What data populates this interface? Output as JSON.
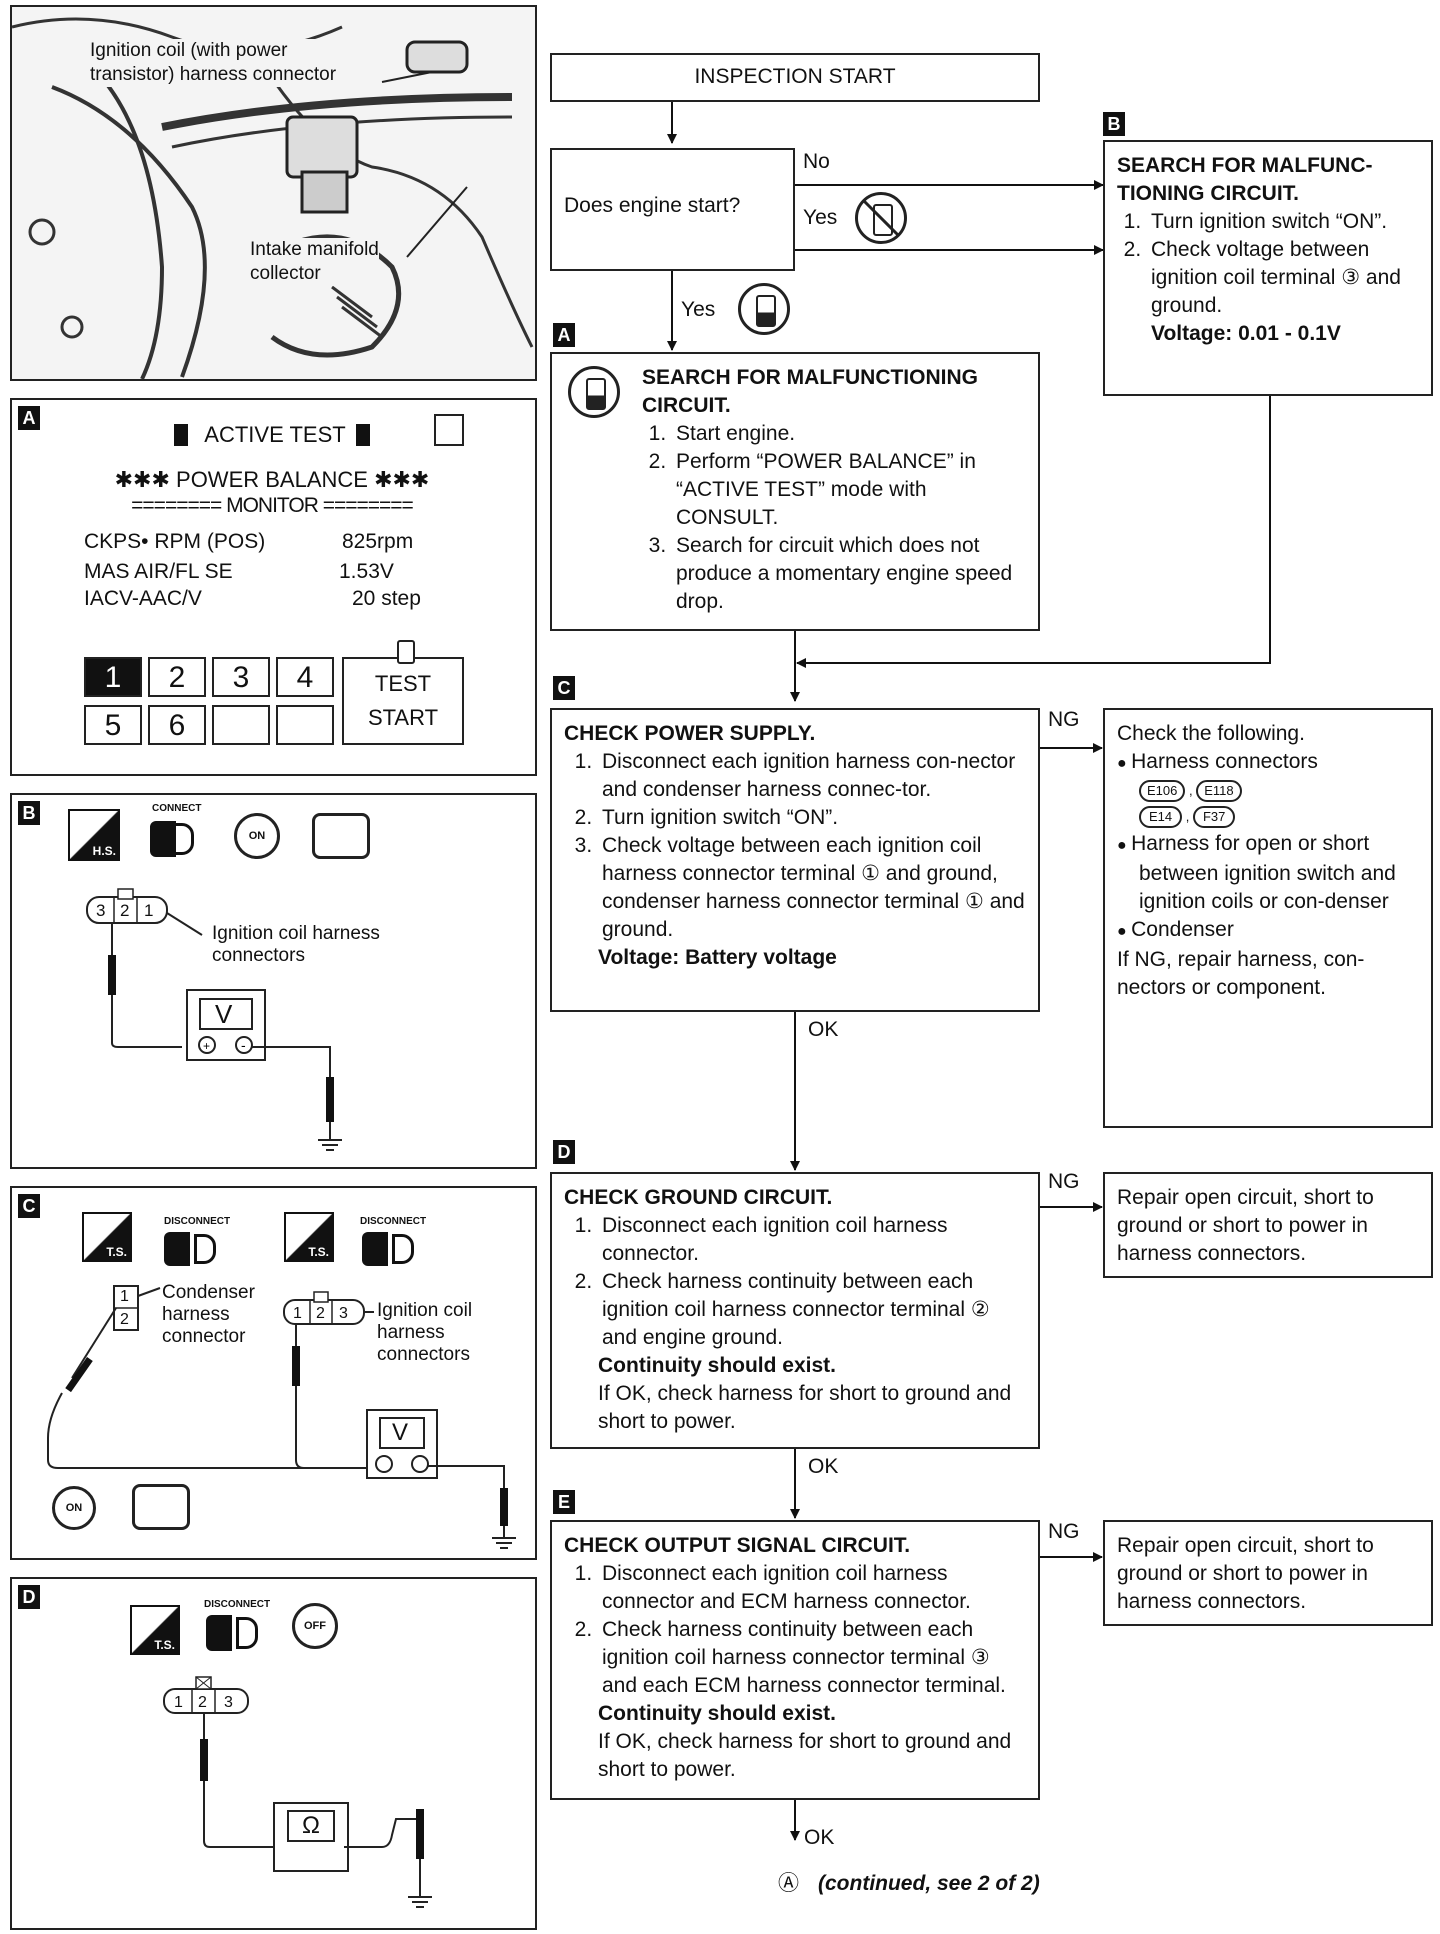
{
  "photo": {
    "label_coil": "Ignition coil (with power\ntransistor) harness connector",
    "label_intake": "Intake manifold\ncollector"
  },
  "panel_a": {
    "tag": "A",
    "header": "ACTIVE TEST",
    "title": "✱✱✱ POWER BALANCE ✱✱✱",
    "monitor": "======== MONITOR ========",
    "rows": [
      {
        "name": "CKPS• RPM (POS)",
        "value": "825rpm"
      },
      {
        "name": "MAS AIR/FL SE",
        "value": "1.53V"
      },
      {
        "name": "IACV-AAC/V",
        "value": "20 step"
      }
    ],
    "keys": [
      "1",
      "2",
      "3",
      "4",
      "5",
      "6",
      "",
      ""
    ],
    "test_label": "TEST",
    "start_label": "START"
  },
  "panel_b": {
    "tag": "B",
    "hs": "H.S.",
    "connect": "CONNECT",
    "on": "ON",
    "pins": [
      "3",
      "2",
      "1"
    ],
    "connector_label": "Ignition coil harness\nconnectors",
    "meter": "V"
  },
  "panel_c": {
    "tag": "C",
    "ts": "T.S.",
    "disconnect": "DISCONNECT",
    "on": "ON",
    "condenser_pins": [
      "1",
      "2"
    ],
    "condenser_label": "Condenser\nharness\nconnector",
    "coil_pins": [
      "1",
      "2",
      "3"
    ],
    "coil_label": "Ignition coil\nharness\nconnectors",
    "meter": "V"
  },
  "panel_d": {
    "tag": "D",
    "ts": "T.S.",
    "disconnect": "DISCONNECT",
    "off": "OFF",
    "pins": [
      "1",
      "2",
      "3"
    ],
    "meter": "Ω"
  },
  "flow": {
    "start": "INSPECTION START",
    "question": "Does engine start?",
    "no": "No",
    "yes": "Yes",
    "yes2": "Yes",
    "ng": "NG",
    "ok": "OK",
    "box_a": {
      "tag": "A",
      "title": "SEARCH FOR MALFUNCTIONING CIRCUIT.",
      "steps": [
        "Start engine.",
        "Perform “POWER BALANCE” in “ACTIVE TEST” mode with CONSULT.",
        "Search for circuit which does not produce a momentary engine speed drop."
      ]
    },
    "box_b": {
      "tag": "B",
      "title": "SEARCH FOR MALFUNC-TIONING CIRCUIT.",
      "steps": [
        "Turn ignition switch “ON”.",
        "Check voltage between ignition coil terminal ③ and ground."
      ],
      "spec": "Voltage: 0.01 - 0.1V"
    },
    "box_c": {
      "tag": "C",
      "title": "CHECK POWER SUPPLY.",
      "steps": [
        "Disconnect each ignition harness con-nector and condenser harness connec-tor.",
        "Turn ignition switch “ON”.",
        "Check voltage between each ignition coil harness connector terminal ① and ground, condenser harness connector terminal ① and ground."
      ],
      "spec": "Voltage: Battery voltage"
    },
    "box_c_ng": {
      "intro": "Check the following.",
      "item1": "Harness connectors",
      "connectors": [
        "E106",
        "E118",
        "E14",
        "F37"
      ],
      "item2": "Harness for open or short between ignition switch and ignition coils or con-denser",
      "item3": "Condenser",
      "outro": "If NG, repair harness, con-nectors or component."
    },
    "box_d": {
      "tag": "D",
      "title": "CHECK GROUND CIRCUIT.",
      "steps": [
        "Disconnect each ignition coil harness connector.",
        "Check harness continuity between each ignition coil harness connector terminal ② and engine ground."
      ],
      "spec": "Continuity should exist.",
      "note": "If OK, check harness for short to ground and short to power."
    },
    "box_d_ng": "Repair open circuit, short to ground or short to power in harness connectors.",
    "box_e": {
      "tag": "E",
      "title": "CHECK OUTPUT SIGNAL CIRCUIT.",
      "steps": [
        "Disconnect each ignition coil harness connector and ECM harness connector.",
        "Check harness continuity between each ignition coil harness connector terminal ③ and each ECM harness connector terminal."
      ],
      "spec": "Continuity should exist.",
      "note": "If OK, check harness for short to ground and short to power."
    },
    "box_e_ng": "Repair open circuit, short to ground or short to power in harness connectors.",
    "continued_mark": "Ⓐ",
    "continued": "(continued, see 2 of 2)"
  }
}
